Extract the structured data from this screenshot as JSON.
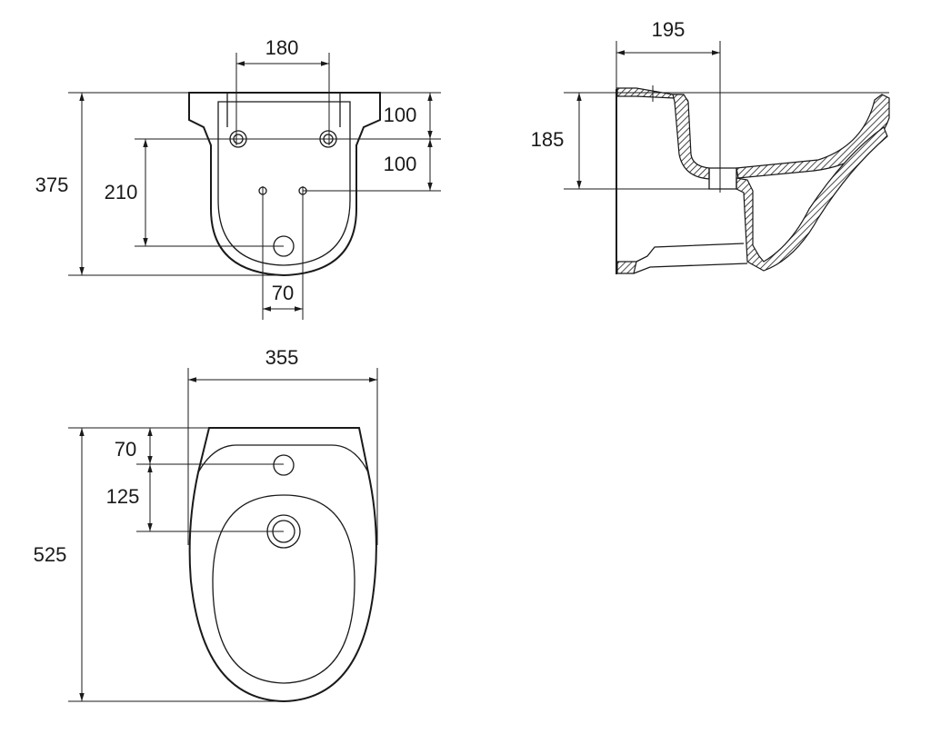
{
  "views": {
    "front": {
      "dims": {
        "hole_spacing": "180",
        "height": "375",
        "drain_offset": "210",
        "upper_offset": "100",
        "lower_offset": "100",
        "fixing_spacing": "70"
      }
    },
    "side": {
      "dims": {
        "depth": "195",
        "drain_height": "185"
      }
    },
    "top": {
      "dims": {
        "width": "355",
        "length": "525",
        "tap_offset": "70",
        "drain_offset": "125"
      }
    }
  }
}
